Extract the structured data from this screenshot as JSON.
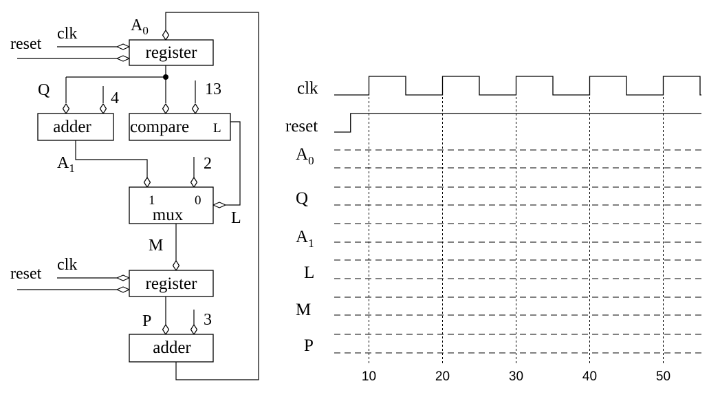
{
  "circuit": {
    "reg1_label": "register",
    "reg2_label": "register",
    "adder1_label": "adder",
    "adder2_label": "adder",
    "compare_label": "compare",
    "compare_out": "L",
    "mux_label": "mux",
    "mux_in1": "1",
    "mux_in0": "0",
    "reset1": "reset",
    "clk1": "clk",
    "reset2": "reset",
    "clk2": "clk",
    "a0_main": "A",
    "a0_sub": "0",
    "q_label": "Q",
    "const4": "4",
    "const13": "13",
    "a1_main": "A",
    "a1_sub": "1",
    "const2": "2",
    "l_label": "L",
    "m_label": "M",
    "p_label": "P",
    "const3": "3"
  },
  "timing": {
    "signals": [
      {
        "main": "clk",
        "sub": ""
      },
      {
        "main": "reset",
        "sub": ""
      },
      {
        "main": "A",
        "sub": "0"
      },
      {
        "main": "Q",
        "sub": ""
      },
      {
        "main": "A",
        "sub": "1"
      },
      {
        "main": "L",
        "sub": ""
      },
      {
        "main": "M",
        "sub": ""
      },
      {
        "main": "P",
        "sub": ""
      }
    ],
    "ticks": [
      "10",
      "20",
      "30",
      "40",
      "50"
    ],
    "clock_period": 10,
    "clock_high_start": 5,
    "reset_rise": 2.5
  }
}
